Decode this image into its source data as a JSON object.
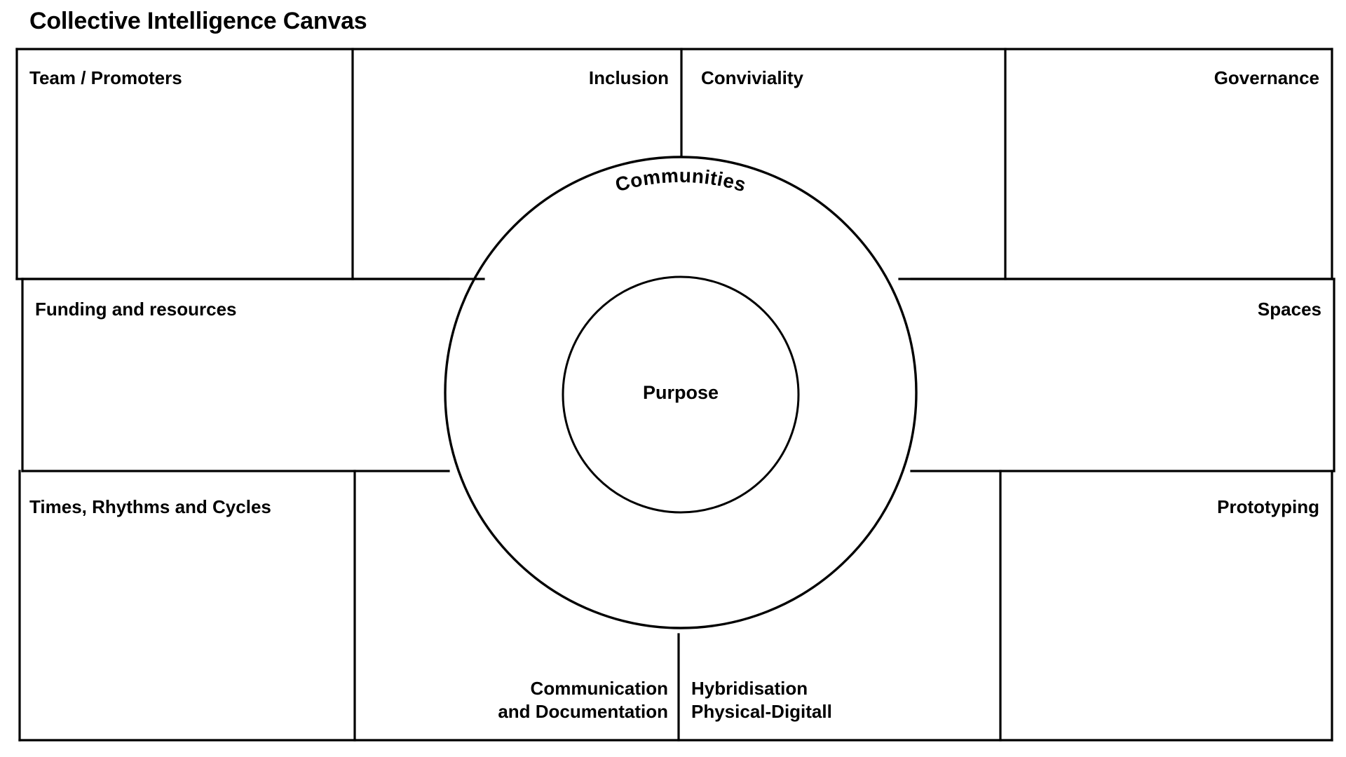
{
  "page": {
    "title": "Collective Intelligence Canvas",
    "background_color": "#ffffff",
    "line_color": "#000000",
    "text_color": "#000000"
  },
  "center": {
    "outer_circle_label": "Communities",
    "inner_circle_label": "Purpose"
  },
  "cells": {
    "top_left": {
      "label": "Team / Promoters",
      "align": "left"
    },
    "top_center_left": {
      "label": "Inclusion",
      "align": "right"
    },
    "top_center_right": {
      "label": "Conviviality",
      "align": "left"
    },
    "top_right": {
      "label": "Governance",
      "align": "right"
    },
    "middle_left": {
      "label": "Funding and resources",
      "align": "left"
    },
    "middle_right": {
      "label": "Spaces",
      "align": "right"
    },
    "bottom_left": {
      "label": "Times, Rhythms and Cycles",
      "align": "left"
    },
    "bottom_center_left": {
      "label": "Communication\nand Documentation",
      "align": "right"
    },
    "bottom_center_right": {
      "label": "Hybridisation\nPhysical-Digitall",
      "align": "left"
    },
    "bottom_right": {
      "label": "Prototyping",
      "align": "right"
    }
  }
}
